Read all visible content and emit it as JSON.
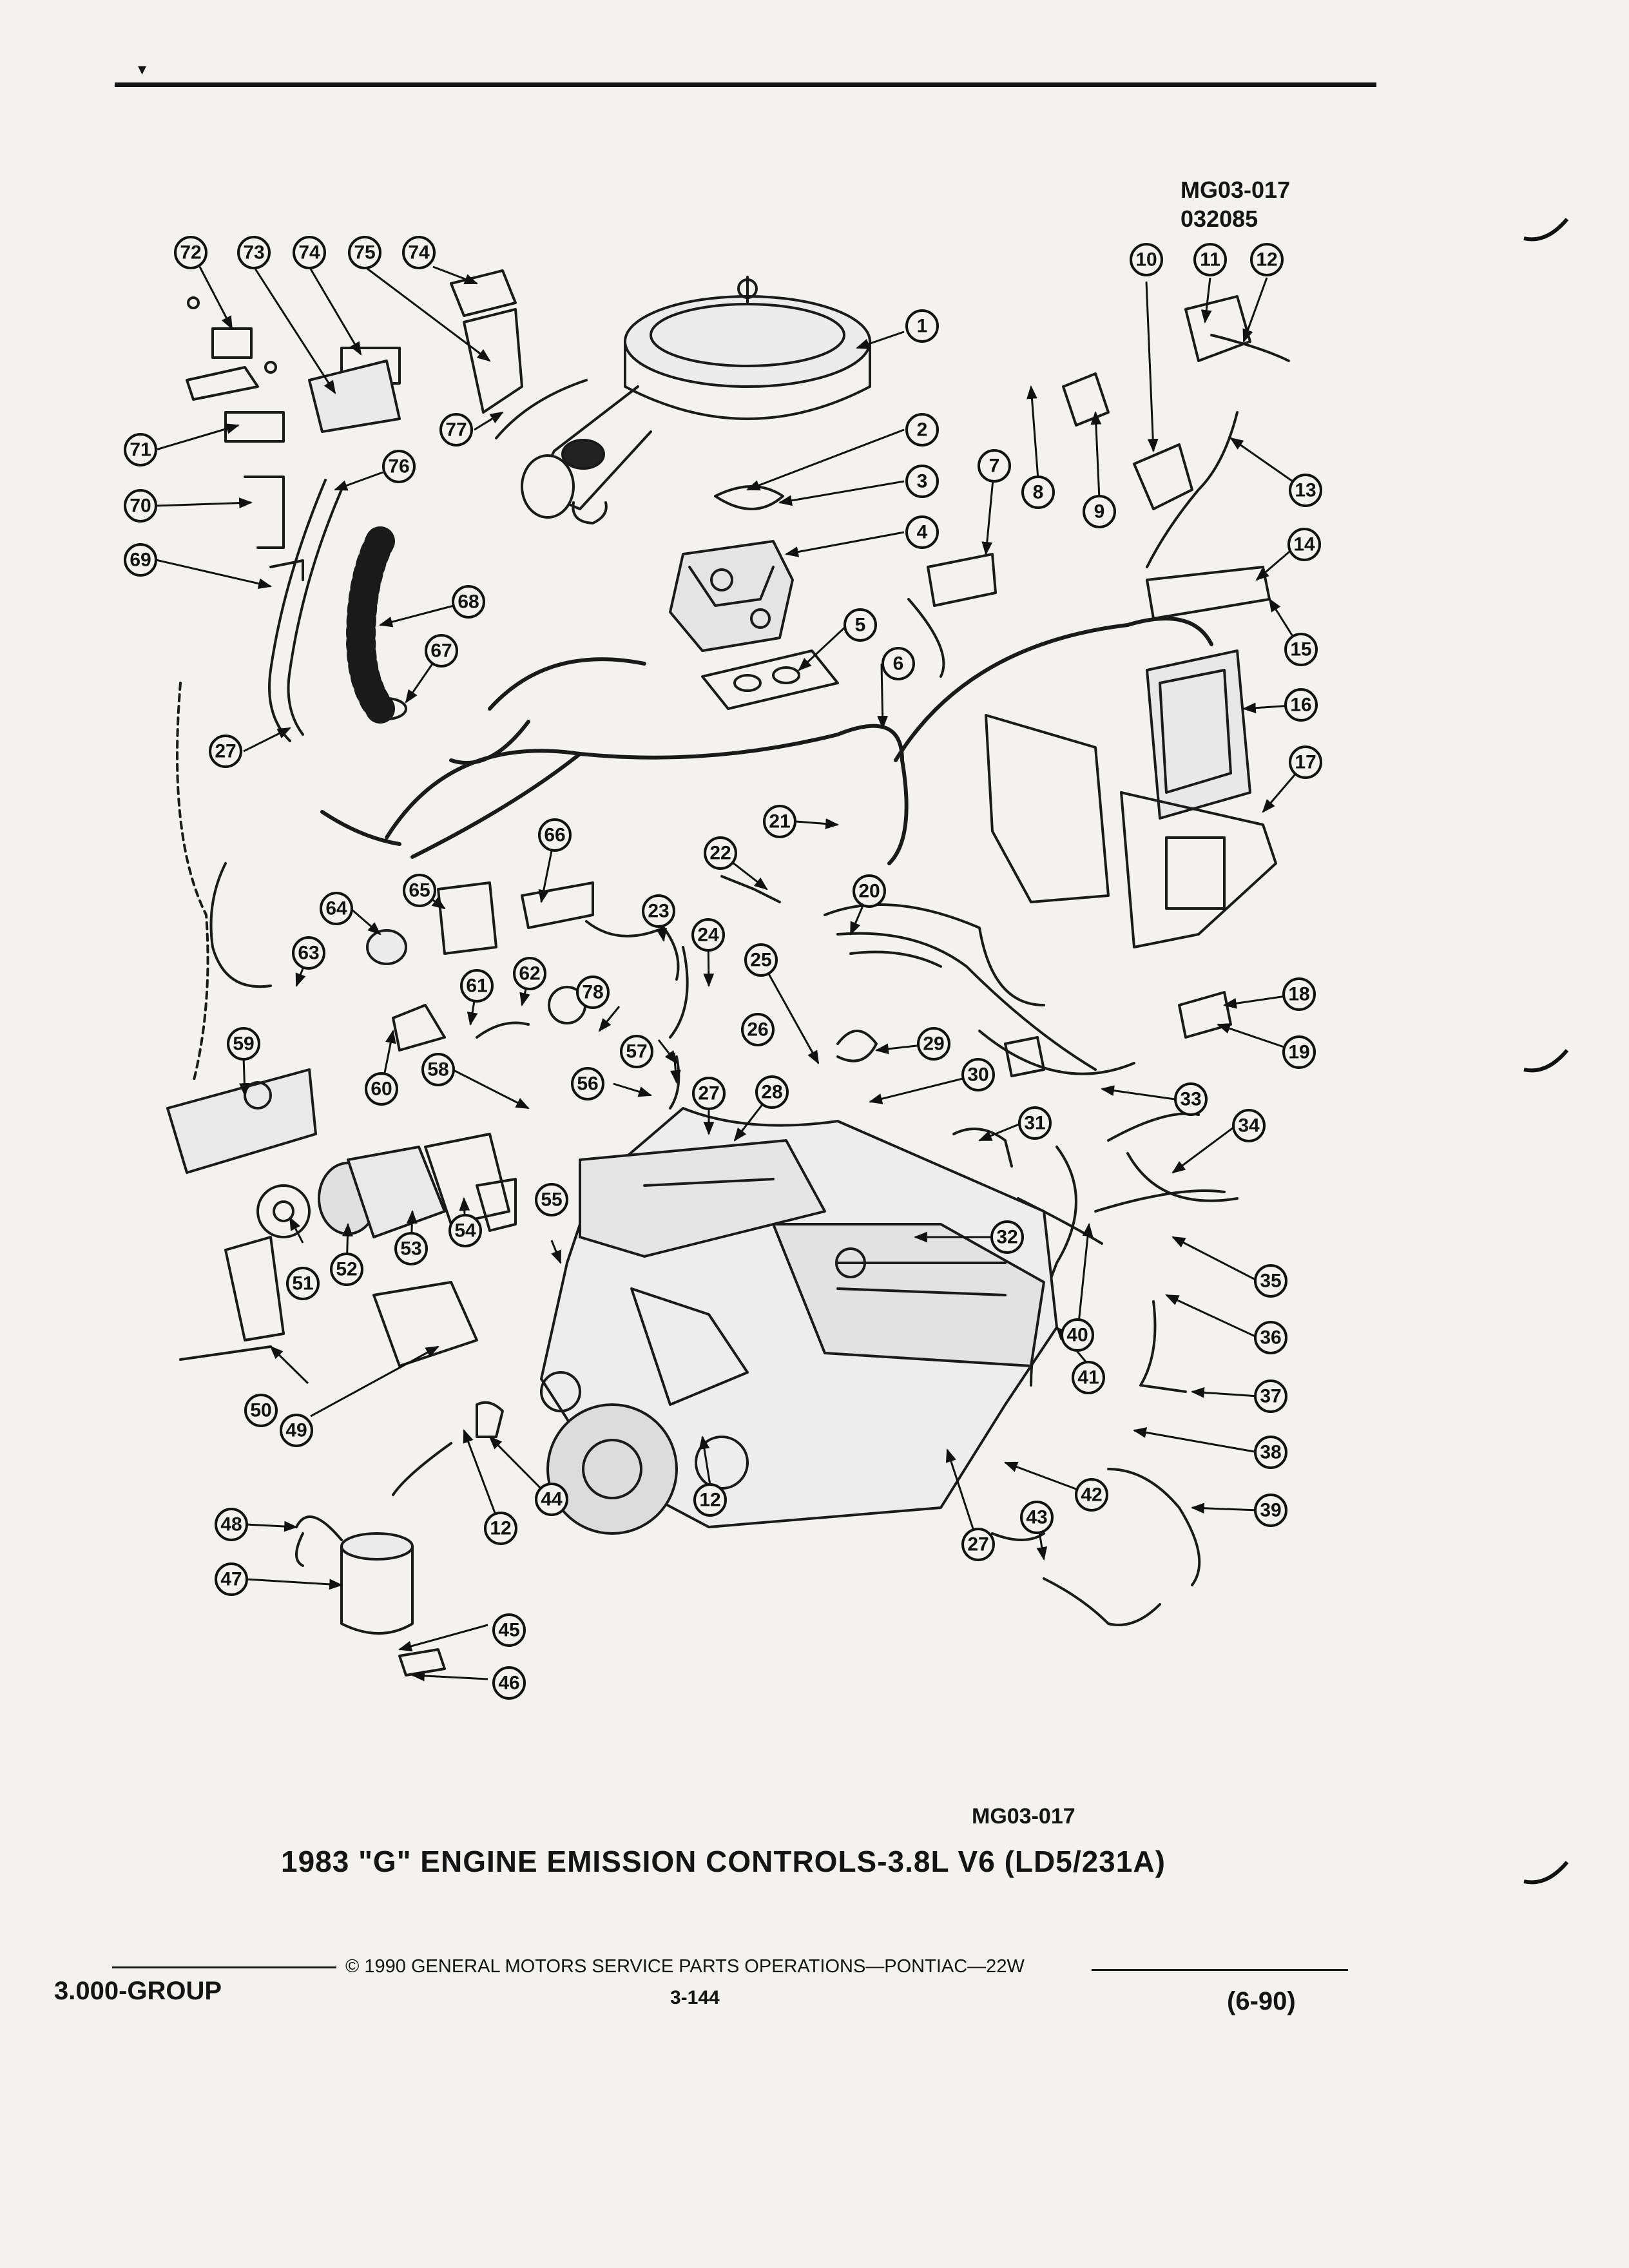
{
  "header": {
    "ref_code": "MG03-017",
    "ref_number": "032085"
  },
  "diagram": {
    "callouts": [
      "1",
      "2",
      "3",
      "4",
      "5",
      "6",
      "7",
      "8",
      "9",
      "10",
      "11",
      "12",
      "13",
      "14",
      "15",
      "16",
      "17",
      "18",
      "19",
      "20",
      "21",
      "22",
      "23",
      "24",
      "25",
      "26",
      "27",
      "28",
      "29",
      "30",
      "31",
      "32",
      "33",
      "34",
      "35",
      "36",
      "37",
      "38",
      "39",
      "40",
      "41",
      "42",
      "43",
      "44",
      "45",
      "46",
      "47",
      "48",
      "49",
      "50",
      "51",
      "52",
      "53",
      "54",
      "55",
      "56",
      "57",
      "58",
      "59",
      "60",
      "61",
      "62",
      "63",
      "64",
      "65",
      "66",
      "67",
      "68",
      "69",
      "70",
      "71",
      "72",
      "73",
      "74",
      "75",
      "76",
      "77",
      "78"
    ]
  },
  "figure": {
    "ref_code": "MG03-017",
    "title": "1983 \"G\" ENGINE EMISSION CONTROLS-3.8L V6 (LD5/231A)"
  },
  "footer": {
    "copyright": "© 1990 GENERAL MOTORS SERVICE PARTS OPERATIONS—PONTIAC—22W",
    "group": "3.000-GROUP",
    "page_number": "3-144",
    "date": "(6-90)"
  },
  "colors": {
    "ink": "#141414",
    "paper": "#f3f2ee"
  }
}
